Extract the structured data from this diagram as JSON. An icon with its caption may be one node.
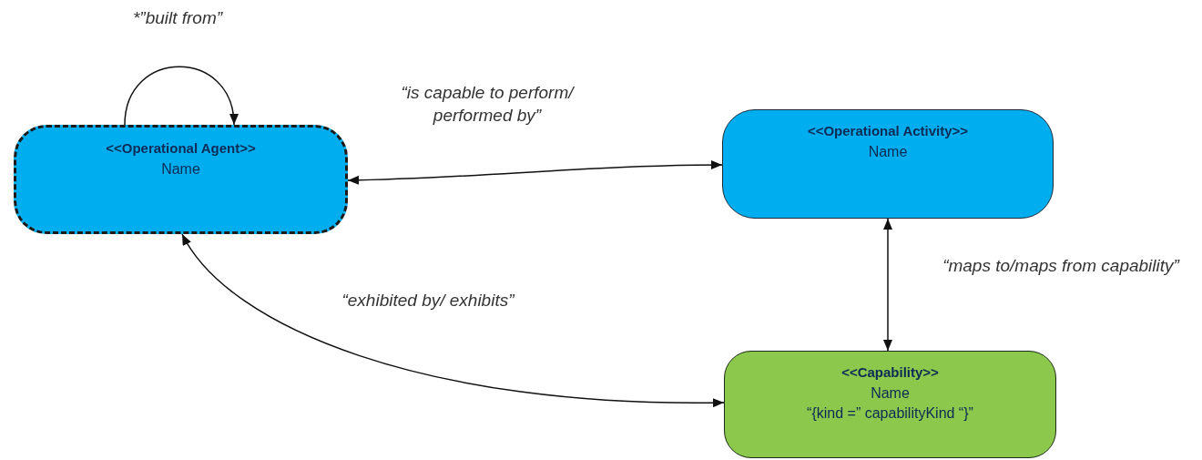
{
  "diagram": {
    "nodes": [
      {
        "text": [
          "<<Operational Agent>>",
          "Name"
        ]
      },
      {
        "text": [
          "<<Operational Activity>>",
          "Name"
        ]
      },
      {
        "text": [
          "<<Capability>>",
          "Name",
          "“{kind =” capabilityKind “}”"
        ]
      }
    ],
    "edges": [
      {
        "from": 0,
        "to": 0,
        "arrow": "to",
        "label": "*”built from”"
      },
      {
        "from": 0,
        "to": 1,
        "arrow": "both",
        "label": "“is capable to perform/ performed by”"
      },
      {
        "from": 1,
        "to": 2,
        "arrow": "both",
        "label": "“maps to/maps from capability”"
      },
      {
        "from": 2,
        "to": 0,
        "arrow": "both",
        "label": "“exhibited by/ exhibits”"
      }
    ]
  }
}
